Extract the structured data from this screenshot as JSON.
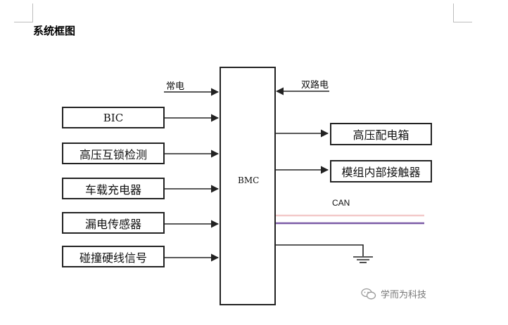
{
  "title": "系统框图",
  "bmc": "BMC",
  "inputs": [
    "BIC",
    "高压互锁检测",
    "车载充电器",
    "漏电传感器",
    "碰撞硬线信号"
  ],
  "outputs": [
    "高压配电箱",
    "模组内部接触器"
  ],
  "top_left_label": "常电",
  "top_right_label": "双路电",
  "bus_label": "CAN",
  "watermark": "学而为科技",
  "colors": {
    "line": "#222222",
    "can_high": "#f3c9c9",
    "can_low": "#7b5aa6"
  }
}
